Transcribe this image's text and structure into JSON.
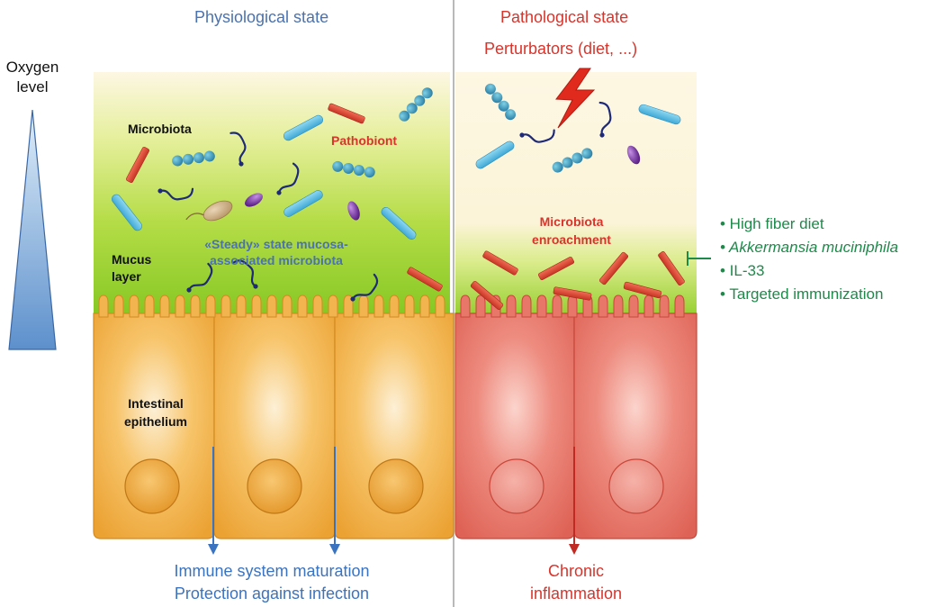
{
  "header": {
    "physiological_title": "Physiological state",
    "pathological_title": "Pathological state",
    "perturbators": "Perturbators (diet, ...)"
  },
  "oxygen": {
    "line1": "Oxygen",
    "line2": "level"
  },
  "left_panel": {
    "microbiota": "Microbiota",
    "pathobiont": "Pathobiont",
    "steady_line1": "«Steady» state mucosa-",
    "steady_line2": "associated microbiota",
    "mucus_line1": "Mucus",
    "mucus_line2": "layer",
    "epithelium_line1": "Intestinal",
    "epithelium_line2": "epithelium",
    "outcome_line1": "Immune system maturation",
    "outcome_line2": "Protection against infection"
  },
  "right_panel": {
    "enrichment_line1": "Microbiota",
    "enrichment_line2": "enroachment",
    "outcome_line1": "Chronic",
    "outcome_line2": "inflammation"
  },
  "interventions": {
    "items": [
      "• High fiber diet",
      "• Akkermansia muciniphila",
      "• IL-33",
      "• Targeted immunization"
    ]
  },
  "colors": {
    "physiological_blue": "#4a72b0",
    "pathological_red": "#d9342b",
    "intervention_green": "#1e8a4a",
    "epithelium_orange": "#f0a838",
    "epithelium_red": "#e2685c",
    "mucus_green": "#8ccc2e",
    "background_cream": "#fdf7e3"
  }
}
